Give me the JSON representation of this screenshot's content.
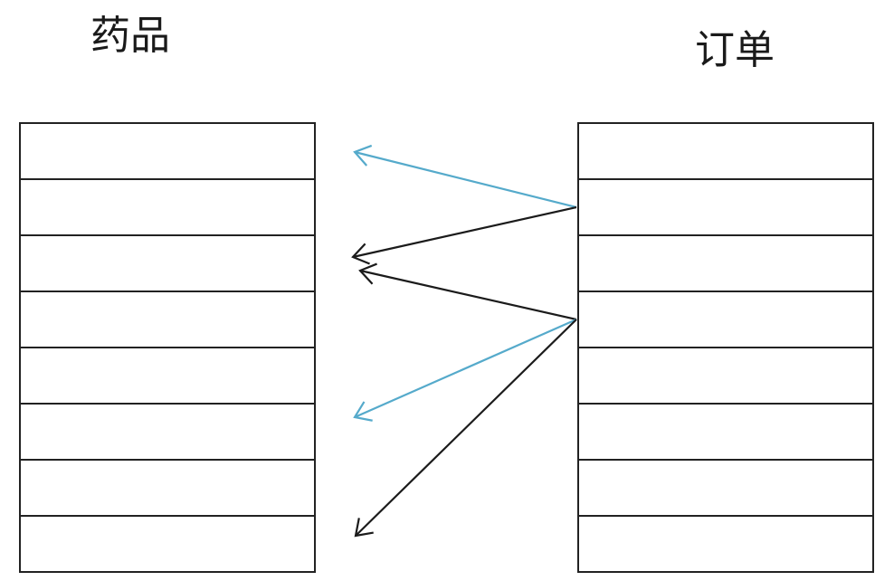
{
  "diagram": {
    "left_title": "药品",
    "right_title": "订单",
    "left_rows": 8,
    "right_rows": 8,
    "colors": {
      "black_arrow": "#1b1b1b",
      "blue_arrow": "#55aacb",
      "grid": "#222222"
    },
    "arrows": [
      {
        "color": "blue_arrow",
        "from_row": 2,
        "to_row": 1
      },
      {
        "color": "black_arrow",
        "from_row": 2,
        "to_row": 3
      },
      {
        "color": "black_arrow",
        "from_row": 4,
        "to_row": 3
      },
      {
        "color": "blue_arrow",
        "from_row": 4,
        "to_row": 6
      },
      {
        "color": "black_arrow",
        "from_row": 4,
        "to_row": 8
      }
    ]
  }
}
